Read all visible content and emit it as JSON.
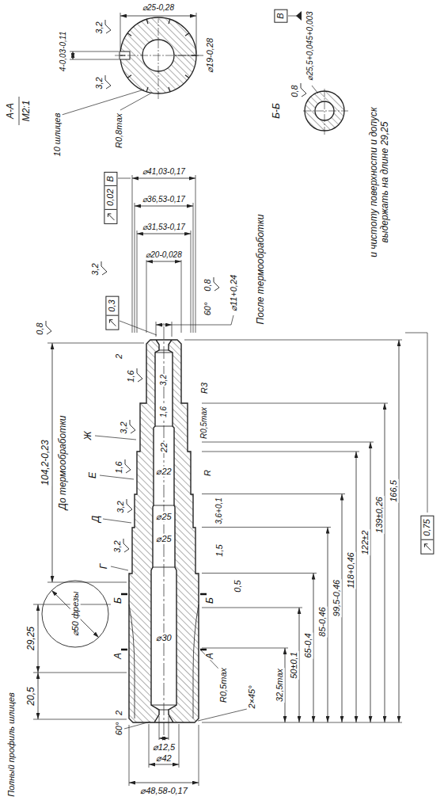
{
  "diagram": {
    "nodes": [
      {
        "text": [
          "0,3"
        ]
      },
      {
        "text": [
          "0,02",
          "В"
        ]
      },
      {
        "text": [
          "0,75"
        ]
      },
      {
        "text": [
          "В"
        ]
      }
    ],
    "labels": [
      "Полный профиль шлицев",
      "20,5",
      "29,25",
      "⌀50 фрезы",
      "104,2-0,23",
      "До термообработки",
      "0,8",
      "Г",
      "3,2",
      "Д",
      "3,2",
      "Е",
      "1,6",
      "Ж",
      "3,2",
      "1,6",
      "2",
      "60°",
      "2",
      "А",
      "Б",
      "А",
      "Б",
      "⌀48,58-0,17",
      "⌀42",
      "⌀12,5",
      "⌀30",
      "⌀25",
      "⌀25",
      "⌀22",
      "22",
      "1,6",
      "3,2",
      "R0,5max",
      "1,5",
      "3,6+0,1",
      "R",
      "R0,5max",
      "R3",
      "0,5",
      "После термообработки",
      "2×45°",
      "32,5max",
      "50±0,1",
      "65-0,4",
      "85-0,46",
      "99,5-0,46",
      "118+0,46",
      "122±2",
      "139±0,26",
      "166,5",
      "⌀41,03-0,17",
      "⌀36,53-0,17",
      "⌀31,53-0,17",
      "⌀20-0,028",
      "⌀11+0,24",
      "60°",
      "0,8",
      "3,2",
      "А-А",
      "М2:1",
      "4-0,03-0,11",
      "3,2",
      "3,2",
      "10 шлицев",
      "R0,8max",
      "⌀25-0,28",
      "⌀19-0,28",
      "Б-Б",
      "0,8",
      "⌀25,5+0,045+0,003",
      "и чистоту поверхности и допуск выдержать на длине 29,25"
    ]
  }
}
